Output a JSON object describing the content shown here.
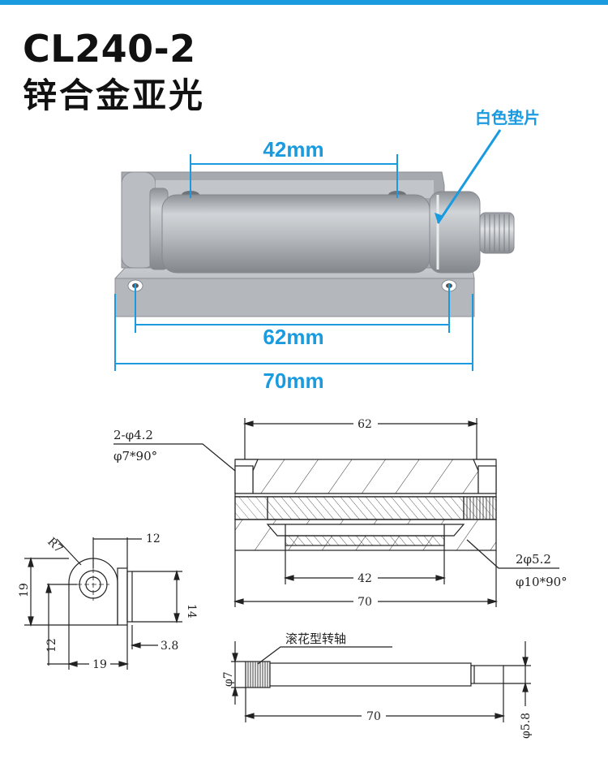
{
  "header": {
    "model": "CL240-2",
    "material": "锌合金亚光"
  },
  "photo": {
    "callout_label": "白色垫片",
    "dim_hole_spacing": "42mm",
    "dim_mount_spacing": "62mm",
    "dim_total_length": "70mm"
  },
  "front_view": {
    "hole_spec_1": "2-φ4.2",
    "hole_spec_2": "φ7*90°",
    "dim_top": "62",
    "dim_inner": "42",
    "dim_total": "70",
    "pin_spec_1": "2φ5.2",
    "pin_spec_2": "φ10*90°"
  },
  "side_view": {
    "radius": "R7",
    "dim_12_top": "12",
    "dim_19_vertical": "19",
    "dim_14": "14",
    "dim_12_vertical": "12",
    "dim_3_8": "3.8",
    "dim_19_bottom": "19"
  },
  "shaft_view": {
    "label": "滚花型转轴",
    "dim_diameter": "φ7",
    "dim_length": "70",
    "dim_end_diameter": "φ5.8"
  },
  "colors": {
    "accent": "#1a9be0",
    "metal": "#b9bcc0",
    "line": "#222222"
  }
}
